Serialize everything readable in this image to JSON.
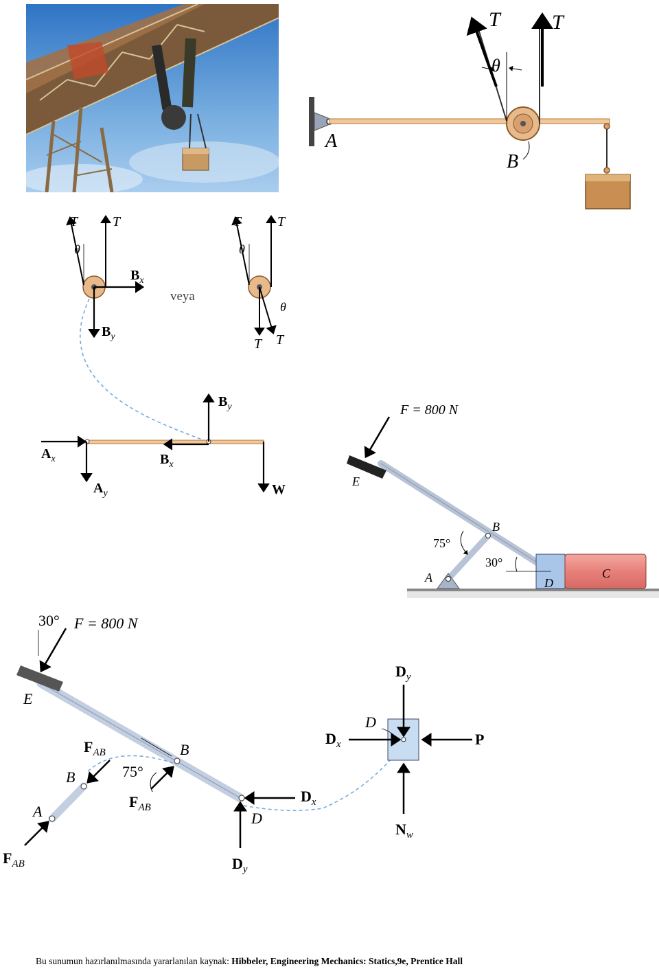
{
  "pulley": {
    "label_T1": "T",
    "label_T2": "T",
    "label_theta": "θ",
    "label_A": "A",
    "label_B": "B"
  },
  "fbd_pulley": {
    "label_T": "T",
    "label_theta": "θ",
    "label_B": "B",
    "sub_x": "x",
    "sub_y": "y",
    "or_text": "veya"
  },
  "fbd_beam": {
    "label_A": "A",
    "label_B": "B",
    "label_W": "W",
    "sub_x": "x",
    "sub_y": "y"
  },
  "linkage": {
    "force_label": "F = 800 N",
    "angle_75": "75°",
    "angle_30": "30°",
    "label_A": "A",
    "label_B": "B",
    "label_C": "C",
    "label_D": "D",
    "label_E": "E"
  },
  "fbd_linkage": {
    "angle_30": "30°",
    "force_label": "F = 800 N",
    "angle_75": "75°",
    "label_F": "F",
    "sub_AB": "AB",
    "label_A": "A",
    "label_B": "B",
    "label_D": "D",
    "label_E": "E",
    "label_P": "P",
    "label_N": "N",
    "sub_w": "w",
    "sub_x": "x",
    "sub_y": "y"
  },
  "footer": {
    "prefix": "Bu sunumun hazırlanılmasında yararlanılan kaynak: ",
    "source": "Hibbeler, Engineering Mechanics: Statics,9e, Prentice Hall"
  },
  "colors": {
    "beam": "#f2c89a",
    "pulley": "#e8b98a",
    "block": "#c98f52",
    "dash": "#6fa8dc",
    "sky": "#4f8fd0",
    "cylinder": "#e8807a"
  }
}
